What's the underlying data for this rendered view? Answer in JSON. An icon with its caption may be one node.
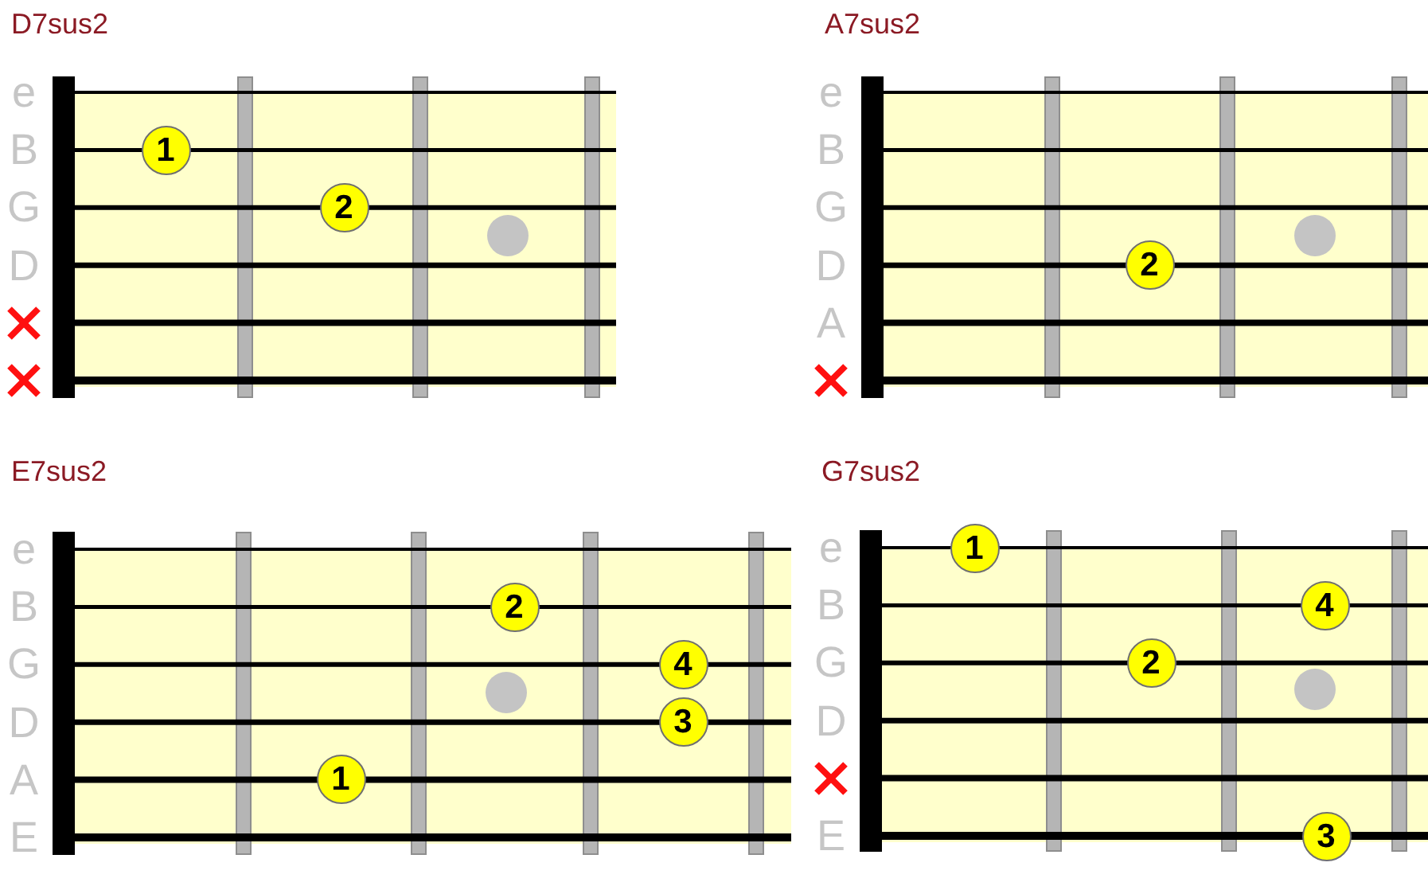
{
  "diagram": {
    "nodes": [
      {
        "text": [
          "D7sus2"
        ],
        "beside": [
          "e",
          "B",
          "G",
          "D"
        ]
      },
      {
        "text": [
          "1"
        ],
        "in": 0
      },
      {
        "text": [
          "2"
        ],
        "in": 0
      },
      {
        "text": [
          "A7sus2"
        ],
        "beside": [
          "e",
          "B",
          "G",
          "D",
          "A"
        ]
      },
      {
        "text": [
          "2"
        ],
        "in": 3
      },
      {
        "text": [
          "E7sus2"
        ],
        "beside": [
          "e",
          "B",
          "G",
          "D",
          "A",
          "E"
        ]
      },
      {
        "text": [
          "2"
        ],
        "in": 5
      },
      {
        "text": [
          "4"
        ],
        "in": 5
      },
      {
        "text": [
          "3"
        ],
        "in": 5
      },
      {
        "text": [
          "1"
        ],
        "in": 5
      },
      {
        "text": [
          "G7sus2"
        ],
        "beside": [
          "e",
          "B",
          "G",
          "D",
          "E"
        ]
      },
      {
        "text": [
          "1"
        ],
        "in": 10
      },
      {
        "text": [
          "4"
        ],
        "in": 10
      },
      {
        "text": [
          "2"
        ],
        "in": 10
      },
      {
        "text": [
          "3"
        ],
        "in": 10
      }
    ]
  }
}
